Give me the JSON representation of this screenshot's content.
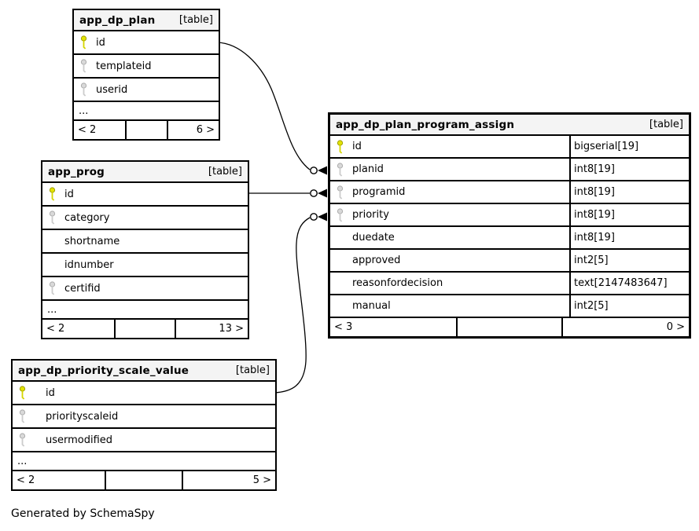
{
  "diagram": {
    "generated_by": "Generated by SchemaSpy",
    "colors": {
      "header_bg": "#f4f4f4",
      "border": "#000000",
      "primary_key_icon": "#e3e300",
      "foreign_key_icon": "#d9d9d9",
      "background": "#ffffff"
    },
    "tables": {
      "plan": {
        "name": "app_dp_plan",
        "tag": "[table]",
        "columns": [
          {
            "name": "id",
            "key": "primary"
          },
          {
            "name": "templateid",
            "key": "foreign"
          },
          {
            "name": "userid",
            "key": "foreign"
          }
        ],
        "ellipsis": "...",
        "footer": {
          "left": "< 2",
          "middle": "",
          "right": "6 >"
        }
      },
      "prog": {
        "name": "app_prog",
        "tag": "[table]",
        "columns": [
          {
            "name": "id",
            "key": "primary"
          },
          {
            "name": "category",
            "key": "foreign"
          },
          {
            "name": "shortname",
            "key": "none"
          },
          {
            "name": "idnumber",
            "key": "none"
          },
          {
            "name": "certifid",
            "key": "foreign"
          }
        ],
        "ellipsis": "...",
        "footer": {
          "left": "< 2",
          "middle": "",
          "right": "13 >"
        }
      },
      "priority_scale_value": {
        "name": "app_dp_priority_scale_value",
        "tag": "[table]",
        "columns": [
          {
            "name": "id",
            "key": "primary"
          },
          {
            "name": "priorityscaleid",
            "key": "foreign"
          },
          {
            "name": "usermodified",
            "key": "foreign"
          }
        ],
        "ellipsis": "...",
        "footer": {
          "left": "< 2",
          "middle": "",
          "right": "5 >"
        }
      },
      "plan_program_assign": {
        "name": "app_dp_plan_program_assign",
        "tag": "[table]",
        "columns": [
          {
            "name": "id",
            "type": "bigserial[19]",
            "key": "primary"
          },
          {
            "name": "planid",
            "type": "int8[19]",
            "key": "foreign"
          },
          {
            "name": "programid",
            "type": "int8[19]",
            "key": "foreign"
          },
          {
            "name": "priority",
            "type": "int8[19]",
            "key": "foreign"
          },
          {
            "name": "duedate",
            "type": "int8[19]",
            "key": "none"
          },
          {
            "name": "approved",
            "type": "int2[5]",
            "key": "none"
          },
          {
            "name": "reasonfordecision",
            "type": "text[2147483647]",
            "key": "none"
          },
          {
            "name": "manual",
            "type": "int2[5]",
            "key": "none"
          }
        ],
        "footer": {
          "left": "< 3",
          "middle": "",
          "right": "0 >"
        }
      }
    },
    "relationships": [
      {
        "from": "app_dp_plan.id",
        "to": "app_dp_plan_program_assign.planid"
      },
      {
        "from": "app_prog.id",
        "to": "app_dp_plan_program_assign.programid"
      },
      {
        "from": "app_dp_priority_scale_value.id",
        "to": "app_dp_plan_program_assign.priority"
      }
    ]
  }
}
